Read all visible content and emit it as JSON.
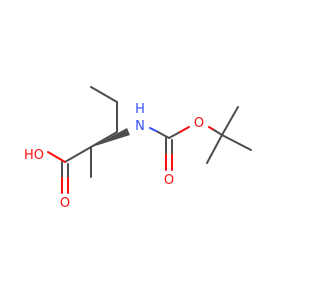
{
  "molecule": {
    "labels": {
      "hydroxyl": "HO",
      "carbonyl_o_acid": "O",
      "amine_nh": "H",
      "amine_n": "N",
      "ester_o": "O",
      "carbonyl_o_carbamate": "O"
    },
    "colors": {
      "bond": "#4d4d4d",
      "oxygen": "#ff0d0d",
      "nitrogen": "#3050f8",
      "background": "#ffffff"
    }
  }
}
